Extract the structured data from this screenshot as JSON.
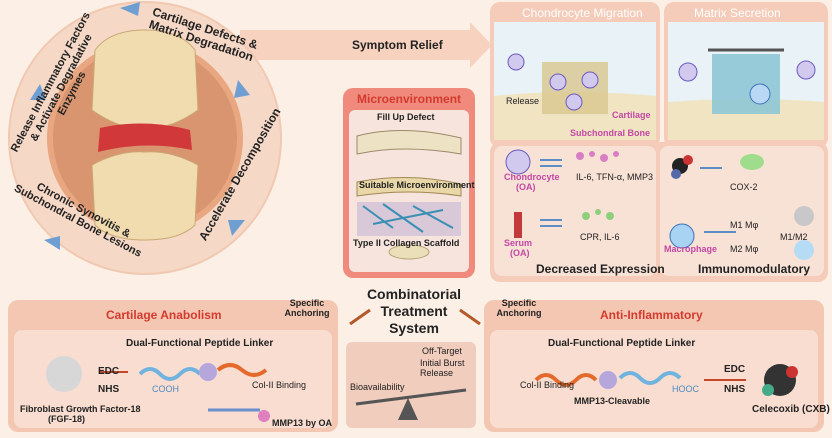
{
  "cycle": {
    "top": "Cartilage Defects & Matrix Degradation",
    "left_top": "Release Inflammatory Factors & Activate Degradative Enzymes",
    "left_bottom": "Chronic Synovitis & Subchondral Bone Lesions",
    "bottom": "Accelerate Decomposition"
  },
  "symptom_relief": "Symptom Relief",
  "microenvironment": {
    "title": "Microenvironment",
    "fill_up": "Fill Up Defect",
    "suitable": "Suitable Microenvironment",
    "scaffold": "Type II Collagen Scaffold"
  },
  "migration": {
    "title": "Chondrocyte Migration",
    "release": "Release",
    "cartilage": "Cartilage",
    "subchondral": "Subchondral Bone"
  },
  "matrix": {
    "title": "Matrix Secretion"
  },
  "expression": {
    "chondrocyte": "Chondrocyte",
    "oa": "(OA)",
    "chondro_markers": "IL-6, TFN-α, MMP3",
    "serum": "Serum",
    "serum_markers": "CPR, IL-6",
    "caption": "Decreased Expression"
  },
  "immuno": {
    "cox": "COX-2",
    "m1": "M1 Mφ",
    "m2": "M2 Mφ",
    "ratio": "M1/M2",
    "macrophage": "Macrophage",
    "caption": "Immunomodulatory"
  },
  "center": {
    "title": "Combinatorial Treatment System",
    "left_anchor": "Specific Anchoring",
    "right_anchor": "Specific Anchoring",
    "off_target": "Off-Target",
    "burst": "Initial Burst Release",
    "bio": "Bioavailability"
  },
  "anabolism": {
    "title": "Cartilage Anabolism",
    "linker": "Dual-Functional Peptide Linker",
    "edc": "EDC",
    "nhs": "NHS",
    "cooh": "COOH",
    "colii": "Col-II Binding",
    "fgf": "Fibroblast Growth Factor-18",
    "fgf_abbr": "(FGF-18)",
    "mmp13": "MMP13 by OA"
  },
  "antiinflam": {
    "title": "Anti-Inflammatory",
    "linker": "Dual-Functional Peptide Linker",
    "colii": "Col-II Binding",
    "hooc": "HOOC",
    "cleavable": "MMP13-Cleavable",
    "edc": "EDC",
    "nhs": "NHS",
    "drug": "Celecoxib (CXB)"
  },
  "colors": {
    "red": "#d53a2f",
    "peach": "#f6c9ae",
    "blue": "#5b8fc4"
  }
}
